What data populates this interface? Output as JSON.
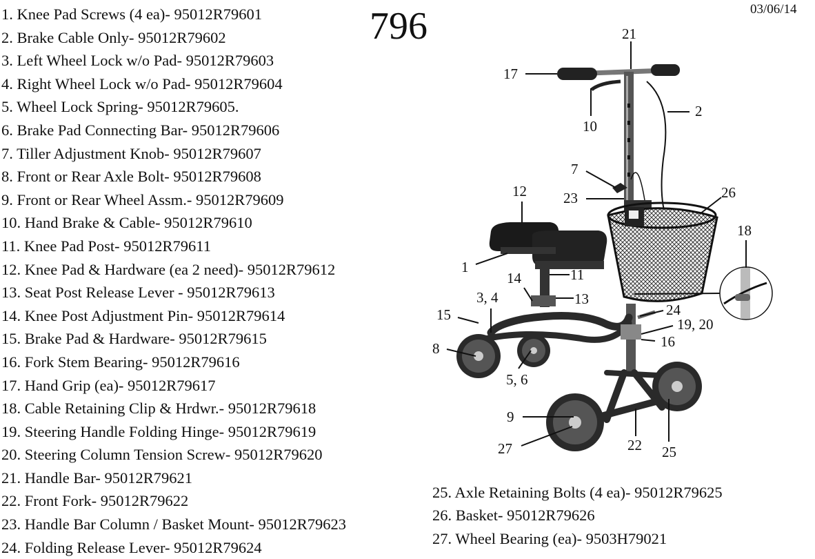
{
  "header": {
    "model_number": "796",
    "date": "03/06/14"
  },
  "parts_list": [
    "1. Knee Pad Screws (4 ea)- 95012R79601",
    "2. Brake Cable Only- 95012R79602",
    "3. Left Wheel Lock w/o Pad- 95012R79603",
    "4. Right Wheel Lock w/o Pad- 95012R79604",
    "5. Wheel Lock Spring- 95012R79605.",
    "6. Brake Pad Connecting Bar- 95012R79606",
    "7. Tiller Adjustment Knob- 95012R79607",
    "8. Front or Rear Axle Bolt- 95012R79608",
    "9. Front or Rear Wheel Assm.- 95012R79609",
    "10. Hand Brake & Cable- 95012R79610",
    "11. Knee Pad Post- 95012R79611",
    "12. Knee Pad & Hardware (ea 2 need)- 95012R79612",
    "13. Seat Post Release Lever - 95012R79613",
    "14. Knee Post Adjustment Pin- 95012R79614",
    "15. Brake Pad & Hardware- 95012R79615",
    "16. Fork Stem Bearing- 95012R79616",
    "17. Hand Grip (ea)- 95012R79617",
    "18. Cable Retaining Clip & Hrdwr.- 95012R79618",
    "19. Steering Handle Folding Hinge- 95012R79619",
    "20. Steering Column Tension Screw- 95012R79620",
    "21. Handle Bar- 95012R79621",
    "22. Front Fork- 95012R79622",
    "23. Handle Bar Column / Basket Mount- 95012R79623",
    "24. Folding Release Lever- 95012R79624"
  ],
  "parts_list_continued": [
    "25. Axle Retaining Bolts (4 ea)- 95012R79625",
    "26. Basket- 95012R79626",
    "27. Wheel Bearing (ea)- 9503H79021"
  ],
  "callouts": {
    "c21": "21",
    "c17": "17",
    "c2": "2",
    "c10": "10",
    "c7": "7",
    "c23": "23",
    "c26": "26",
    "c12": "12",
    "c18": "18",
    "c1": "1",
    "c11": "11",
    "c14": "14",
    "c34": "3, 4",
    "c13": "13",
    "c15": "15",
    "c24": "24",
    "c1920": "19, 20",
    "c16": "16",
    "c8": "8",
    "c56": "5, 6",
    "c9": "9",
    "c27": "27",
    "c22": "22",
    "c25": "25"
  }
}
